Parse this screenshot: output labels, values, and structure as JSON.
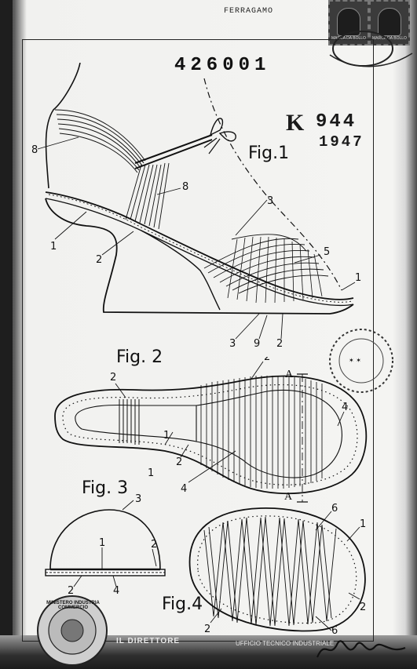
{
  "header": {
    "patent_number": "426001",
    "stamp_prefix": "K",
    "stamp_number": "944",
    "stamp_year": "1947",
    "applicant": "FERRAGAMO"
  },
  "figures": {
    "fig1": "Fig.1",
    "fig2": "Fig. 2",
    "fig3": "Fig. 3",
    "fig4": "Fig.4"
  },
  "section_marks": {
    "top": "A",
    "bottom": "A"
  },
  "footer": {
    "left": "IL DIRETTORE",
    "right": "UFFICIO TECNICO INDUSTRIALE",
    "seal": "MINISTERO INDUSTRIA COMMERCIO"
  },
  "stamps": [
    {
      "text": "MARCA DA BOLLO"
    },
    {
      "text": "MARCA DA BOLLO"
    }
  ]
}
